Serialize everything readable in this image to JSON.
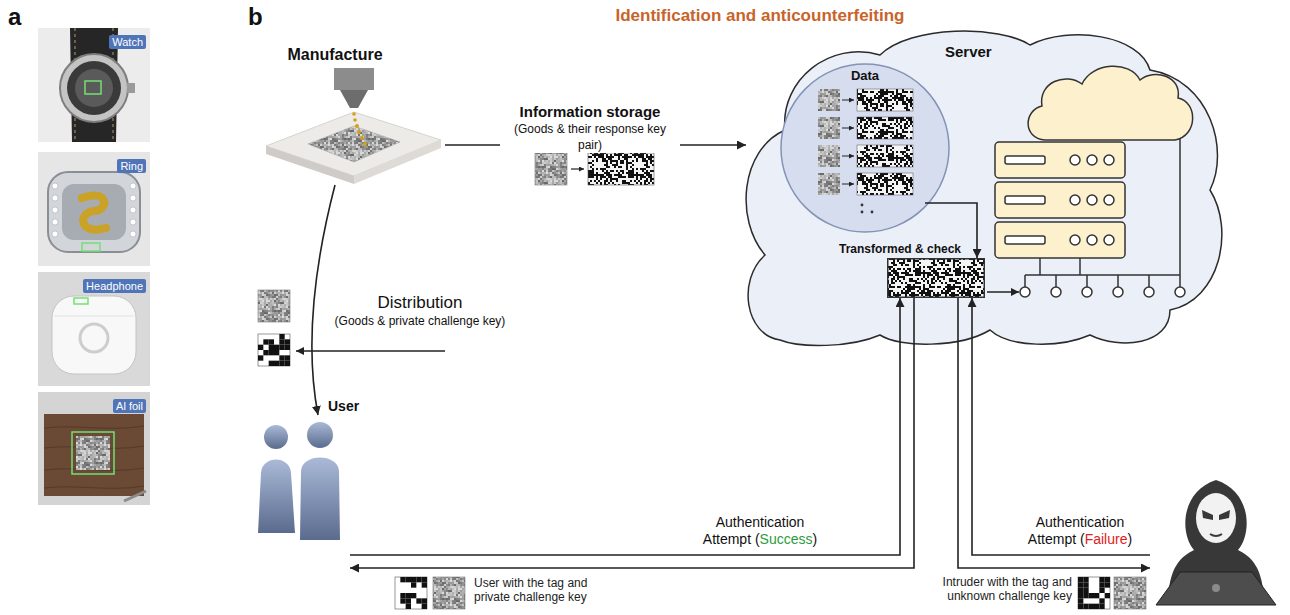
{
  "diagram": {
    "title": "Identification and anticounterfeiting",
    "nodes": [
      {
        "text": [
          "Watch"
        ]
      },
      {
        "text": [
          "Ring"
        ]
      },
      {
        "text": [
          "Headphone"
        ]
      },
      {
        "text": [
          "Al foil"
        ]
      },
      {
        "text": [
          "Manufacture"
        ]
      },
      {
        "text": [
          "Server"
        ]
      },
      {
        "text": [
          "Data"
        ],
        "in": 5
      },
      {
        "text": [
          "Transformed & check"
        ],
        "in": 5
      },
      {
        "text": [
          "User",
          "User with the tag and private challenge key"
        ]
      },
      {
        "text": [
          "Intruder with the tag and unknown challenge key"
        ]
      }
    ],
    "edges": [
      {
        "from": 4,
        "to": 5,
        "arrow": "to",
        "label": "Information storage (Goods & their response key pair)"
      },
      {
        "from": 4,
        "to": 8,
        "arrow": "to",
        "label": "Distribution (Goods & private challenge key)"
      },
      {
        "from": 8,
        "to": 7,
        "arrow": "to",
        "label": "Authentication Attempt (Success)"
      },
      {
        "from": 7,
        "to": 8,
        "arrow": "to"
      },
      {
        "from": 9,
        "to": 7,
        "arrow": "to",
        "label": "Authentication Attempt (Failure)"
      },
      {
        "from": 7,
        "to": 9,
        "arrow": "to"
      },
      {
        "from": 6,
        "to": 7,
        "arrow": "to"
      }
    ],
    "labels": [
      "a",
      "b"
    ]
  }
}
